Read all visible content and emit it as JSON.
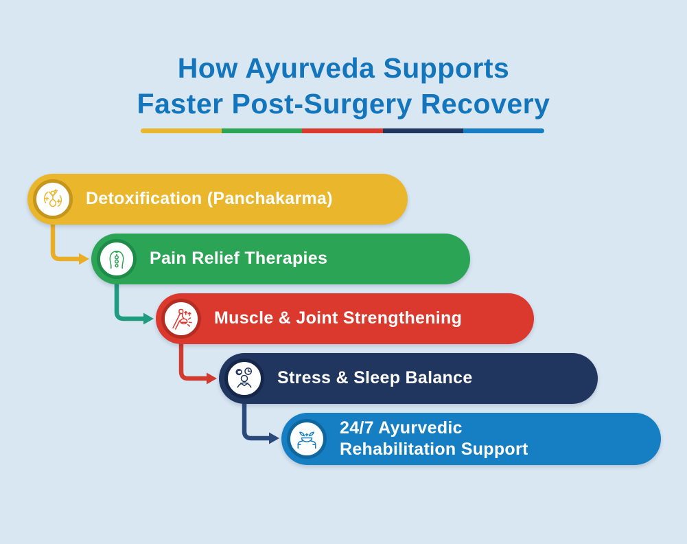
{
  "background_color": "#D9E7F3",
  "title": {
    "line1": "How Ayurveda Supports",
    "line2": "Faster Post-Surgery Recovery",
    "color": "#1375BC"
  },
  "divider_colors": [
    "#EAB62B",
    "#2CA456",
    "#DC392E",
    "#20365F",
    "#167FC4"
  ],
  "steps": [
    {
      "label": "Detoxification (Panchakarma)",
      "icon": "detox-person-icon",
      "bar_color": "#EAB62B",
      "ring_color": "#C6951C",
      "arrow_color": "#EAAD26"
    },
    {
      "label": "Pain Relief Therapies",
      "icon": "spine-back-icon",
      "bar_color": "#2CA456",
      "ring_color": "#1E8C48",
      "arrow_color": "#1F9B80"
    },
    {
      "label": "Muscle & Joint Strengthening",
      "icon": "muscle-arm-icon",
      "bar_color": "#DC392E",
      "ring_color": "#B52C23",
      "arrow_color": "#D13A2E"
    },
    {
      "label": "Stress & Sleep Balance",
      "icon": "sleep-balance-icon",
      "bar_color": "#20365F",
      "ring_color": "#16284A",
      "arrow_color": "#2A4A7C"
    },
    {
      "label": "24/7 Ayurvedic\nRehabilitation Support",
      "icon": "rehab-support-icon",
      "bar_color": "#167FC4",
      "ring_color": "#0E679F",
      "arrow_color": null
    }
  ]
}
